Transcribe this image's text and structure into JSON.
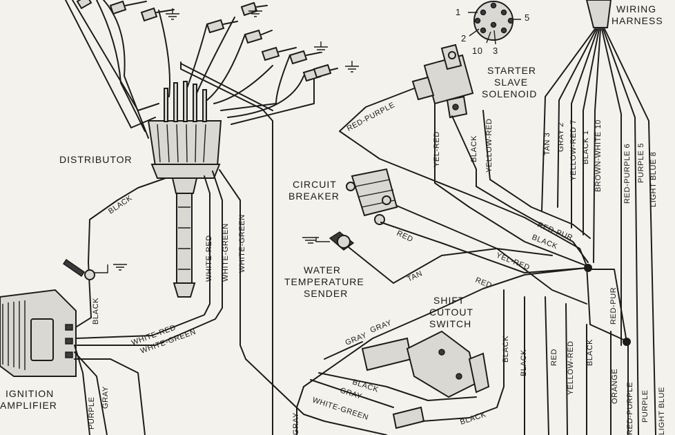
{
  "components": {
    "distributor": "DISTRIBUTOR",
    "wiring_harness": [
      "WIRING",
      "HARNESS"
    ],
    "starter_slave_solenoid": [
      "STARTER",
      "SLAVE",
      "SOLENOID"
    ],
    "circuit_breaker": [
      "CIRCUIT",
      "BREAKER"
    ],
    "water_temperature_sender": [
      "WATER",
      "TEMPERATURE",
      "SENDER"
    ],
    "shift_cutout_switch": [
      "SHIFT",
      "CUTOUT",
      "SWITCH"
    ],
    "ignition_amplifier": [
      "IGNITION",
      "AMPLIFIER"
    ]
  },
  "connector_pins": [
    "1",
    "2",
    "10",
    "3",
    "5"
  ],
  "wires": {
    "black_dist": "BLACK",
    "black_ground": "BLACK",
    "white_red_v": "WHITE-RED",
    "white_green_v1": "WHITE-GREEN",
    "white_green_v2": "WHITE-GREEN",
    "white_red_h": "WHITE-RED",
    "white_green_h": "WHITE-GREEN",
    "purple": "PURPLE",
    "gray_amp": "GRAY",
    "red_purple": "RED-PURPLE",
    "yel_red": "YEL-RED",
    "black_sol": "BLACK",
    "yellow_red": "YELLOW-RED",
    "red_cb": "RED",
    "tan_sender": "TAN",
    "red_pur_bus": "RED-PUR",
    "black_bus": "BLACK",
    "yel_red_bus": "YEL-RED",
    "red_bus": "RED",
    "gray_long": "GRAY",
    "gray_switch": "GRAY",
    "black_switch": "BLACK",
    "gray_low": "GRAY",
    "white_green_low": "WHITE-GREEN",
    "black_low": "BLACK",
    "gray_bottom": "GRAY",
    "red_pur_right": "RED-PUR",
    "black_v1": "BLACK",
    "black_v2": "BLACK",
    "red_v": "RED",
    "yellow_red_v": "YELLOW-RED",
    "black_v3": "BLACK",
    "orange": "ORANGE",
    "red_purple_v": "RED-PURPLE",
    "purple_v": "PURPLE",
    "light_blue_v": "LIGHT BLUE"
  },
  "harness_wires": [
    "TAN 3",
    "GRAY 2",
    "YELLOW-RED 7",
    "BLACK 1",
    "BROWN-WHITE 10",
    "RED-PURPLE 6",
    "PURPLE 5",
    "LIGHT BLUE 8"
  ]
}
